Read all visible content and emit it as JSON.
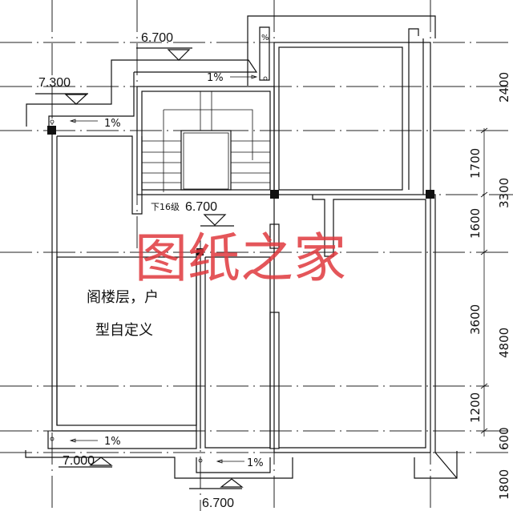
{
  "plan": {
    "room_label": [
      "阁楼层，户",
      "型自定义"
    ],
    "watermark": "图纸之家",
    "stair_note": "下16级",
    "elevations": {
      "top": "6.700",
      "upper_left": "7.300",
      "stair": "6.700",
      "lower_left": "7.000",
      "bottom": "6.700"
    },
    "slopes": {
      "upper_left": "1%",
      "top": "1%",
      "lower_left": "1%",
      "bottom": "1%",
      "vertical": "%"
    },
    "dimensions_inner": [
      "1700",
      "1600",
      "3600",
      "1200"
    ],
    "dimensions_outer": [
      "2400",
      "3300",
      "4800",
      "600",
      "1800"
    ],
    "colors": {
      "lines": "#111111",
      "watermark": "#e0393e"
    }
  }
}
